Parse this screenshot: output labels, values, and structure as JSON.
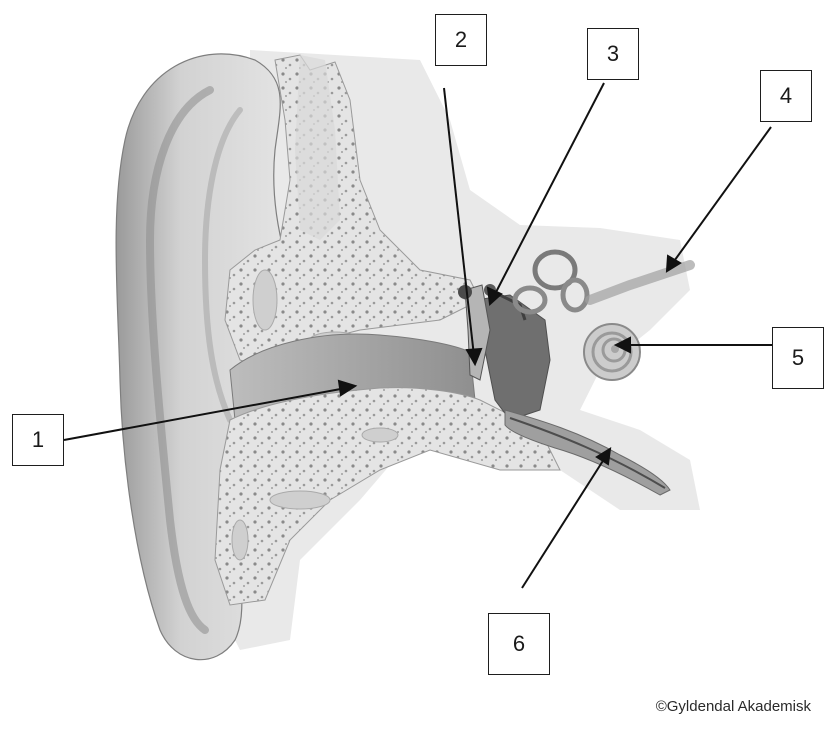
{
  "labels": {
    "l1": "1",
    "l2": "2",
    "l3": "3",
    "l4": "4",
    "l5": "5",
    "l6": "6"
  },
  "copyright": "©Gyldendal Akademisk"
}
